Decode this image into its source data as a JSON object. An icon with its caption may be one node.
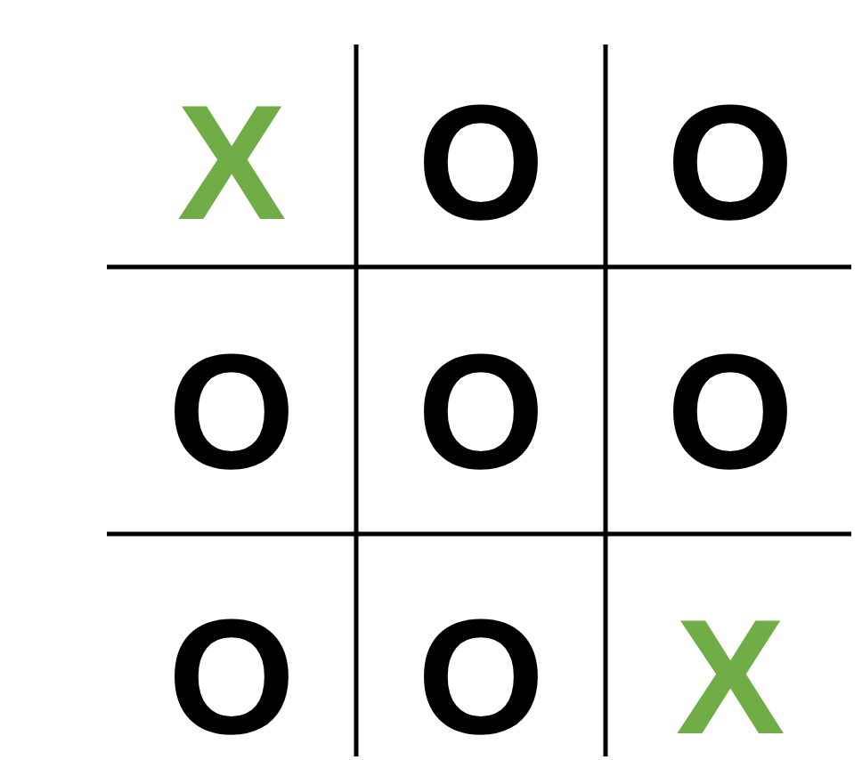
{
  "diagram": {
    "labels": [
      "X",
      "O",
      "O",
      "O",
      "O",
      "O",
      "O",
      "O",
      "X"
    ]
  }
}
